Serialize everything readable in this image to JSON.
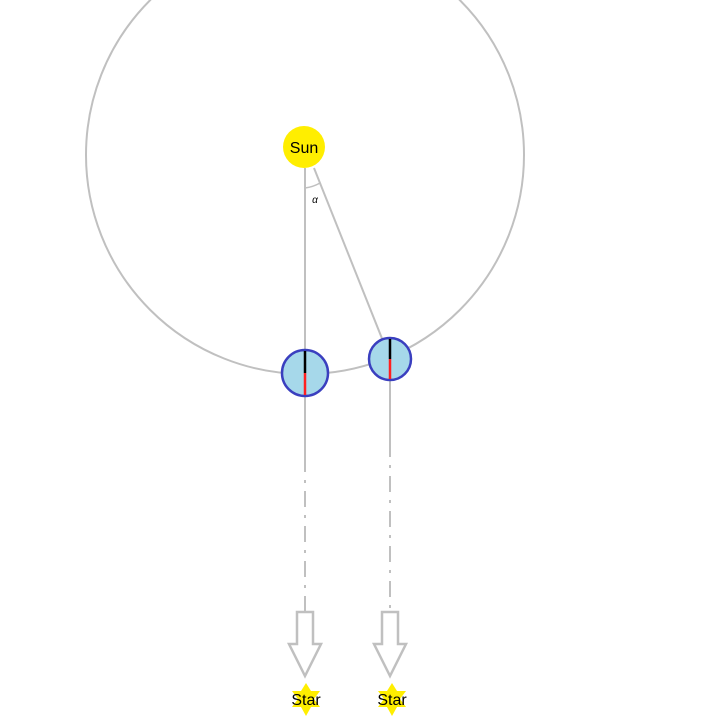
{
  "labels": {
    "sun": "Sun",
    "angle": "α",
    "star_1": "Star",
    "star_2": "Star"
  },
  "colors": {
    "orbit": "#c0c0c0",
    "sun": "#ffee00",
    "star": "#ffee00",
    "planet_fill": "#a6d8ea",
    "planet_stroke": "#3a3fbf",
    "day_marker": "#000000",
    "night_marker": "#ff2020",
    "sight_line": "#c0c0c0"
  },
  "icons": {
    "sun": "sun-circle-icon",
    "star": "star-icon",
    "arrow": "down-arrow-icon",
    "planet": "earth-disc-icon"
  }
}
